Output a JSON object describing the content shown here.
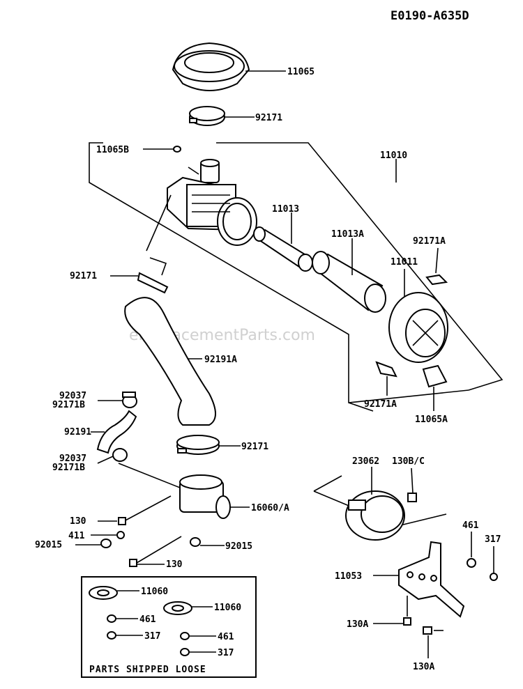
{
  "diagram_code": "E0190-A635D",
  "watermark": "eReplacementParts.com",
  "parts_box_title": "PARTS SHIPPED LOOSE",
  "labels": {
    "p11065": "11065",
    "p92171_top": "92171",
    "p11065B": "11065B",
    "p11010": "11010",
    "p11013": "11013",
    "p11013A": "11013A",
    "p92171A_top": "92171A",
    "p11011": "11011",
    "p92171_left": "92171",
    "p92191A": "92191A",
    "p92037_a": "92037",
    "p92171B_a": "92171B",
    "p92191": "92191",
    "p92037_b": "92037",
    "p92171B_b": "92171B",
    "p92171_mid": "92171",
    "p92171A_bot": "92171A",
    "p11065A": "11065A",
    "p16060A": "16060/A",
    "p130_a": "130",
    "p411": "411",
    "p92015_left": "92015",
    "p92015_right": "92015",
    "p130_b": "130",
    "p23062": "23062",
    "p130BC": "130B/C",
    "p461_r": "461",
    "p317_r": "317",
    "p11053": "11053",
    "p130A_a": "130A",
    "p130A_b": "130A",
    "p11060_a": "11060",
    "p11060_b": "11060",
    "p461_a": "461",
    "p317_a": "317",
    "p461_b": "461",
    "p317_b": "317"
  }
}
